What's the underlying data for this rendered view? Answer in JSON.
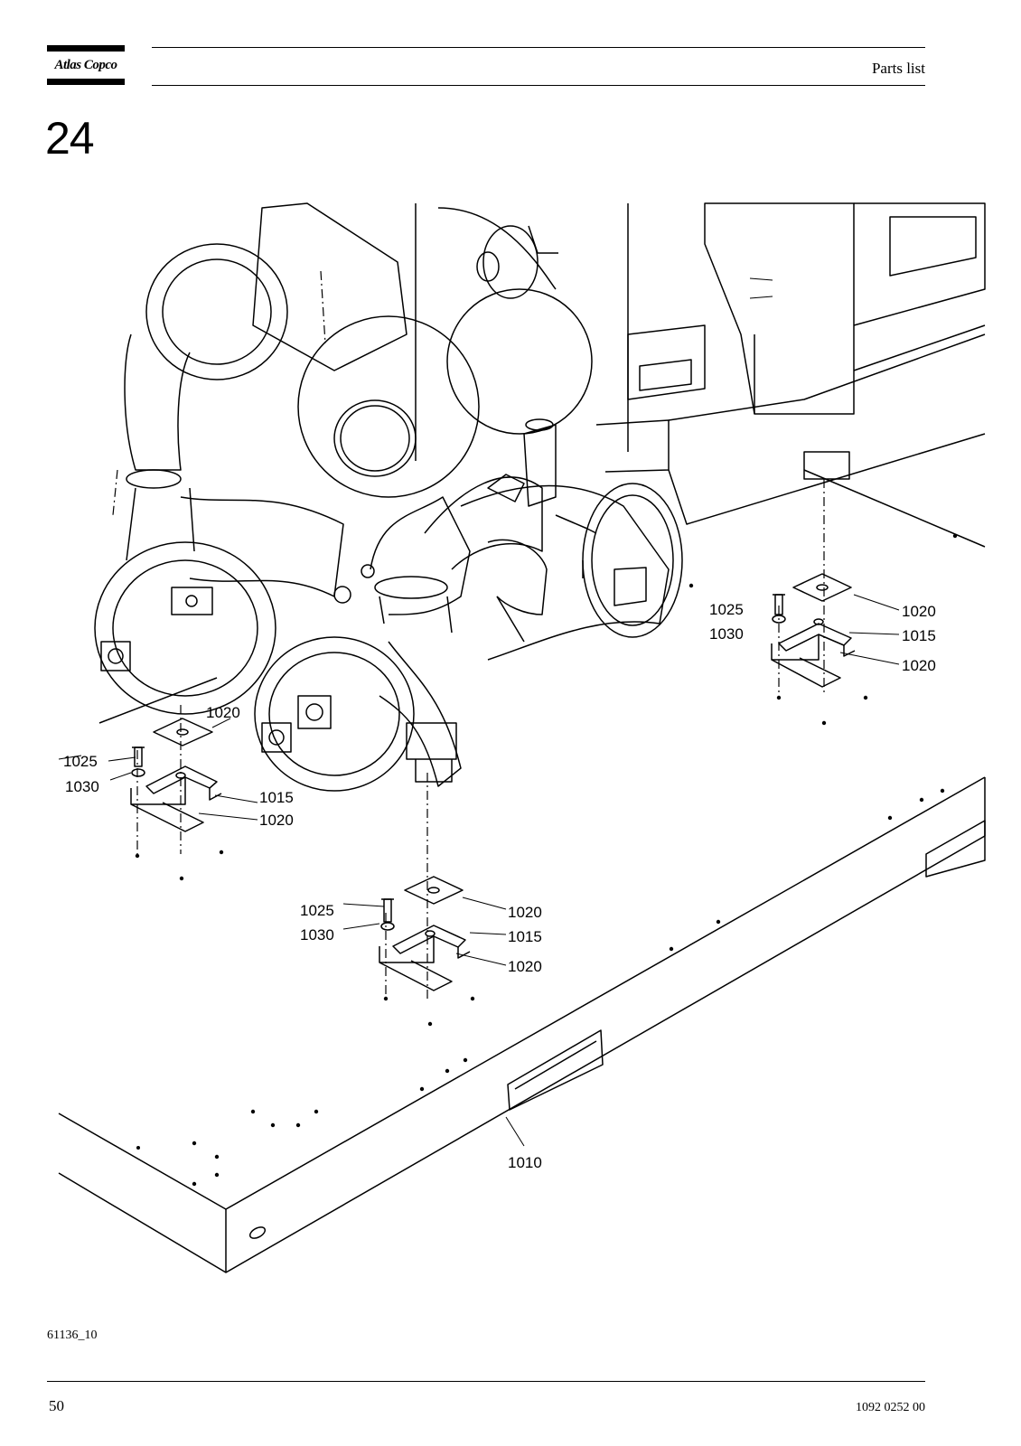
{
  "header": {
    "brand": "Atlas Copco",
    "title": "Parts list"
  },
  "section": {
    "number": "24"
  },
  "drawing": {
    "callouts": {
      "left": {
        "c1020_top": "1020",
        "c1025": "1025",
        "c1030": "1030",
        "c1015": "1015",
        "c1020_bot": "1020"
      },
      "center": {
        "c1025": "1025",
        "c1030": "1030",
        "c1020_top": "1020",
        "c1015": "1015",
        "c1020_bot": "1020"
      },
      "right": {
        "c1025": "1025",
        "c1030": "1030",
        "c1020_top": "1020",
        "c1015": "1015",
        "c1020_bot": "1020"
      },
      "base": "1010"
    }
  },
  "footer": {
    "figure_ref": "61136_10",
    "page_number": "50",
    "document_number": "1092 0252 00"
  }
}
